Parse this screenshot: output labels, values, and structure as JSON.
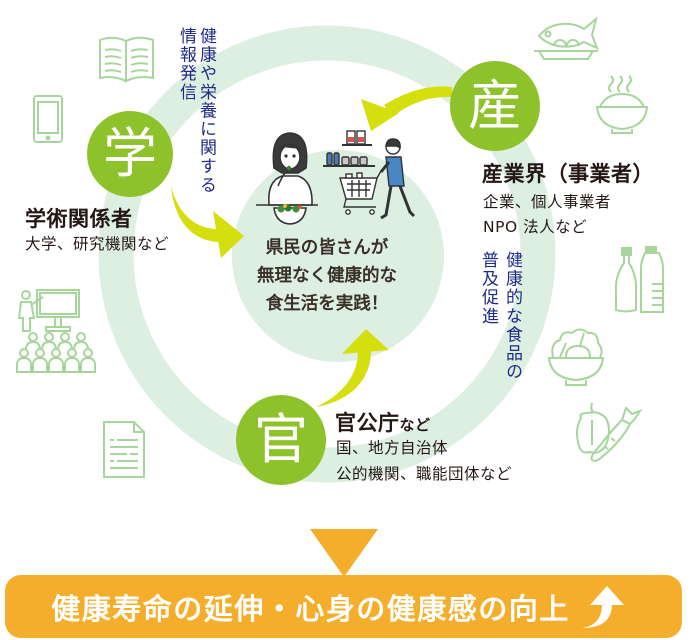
{
  "diagram": {
    "center": {
      "lines": [
        "県民の皆さんが",
        "無理なく健康的な",
        "食生活を実践！"
      ],
      "illustration": [
        "woman-eating-salad",
        "man-shopping-with-cart",
        "store-shelf"
      ]
    },
    "nodes": {
      "gaku": {
        "symbol": "学",
        "title": "学術関係者",
        "desc": [
          "大学、研究機関など"
        ]
      },
      "san": {
        "symbol": "産",
        "title": "産業界（事業者）",
        "desc": [
          "企業、個人事業者",
          "NPO 法人など"
        ]
      },
      "kan": {
        "symbol": "官",
        "title": "官公庁",
        "title_suffix": "など",
        "desc": [
          "国、地方自治体",
          "公的機関、職能団体など"
        ]
      }
    },
    "flows": {
      "gaku": {
        "columns": [
          "健康や栄養に関する",
          "情報発信"
        ]
      },
      "san": {
        "columns": [
          "健康的な食品の",
          "普及促進"
        ]
      }
    },
    "outcome": {
      "label": "健康寿命の延伸・心身の健康感の向上",
      "icon": "up-arrow-icon"
    }
  },
  "icons": {
    "left": [
      "open-book-icon",
      "tablet-icon",
      "lecture-class-icon",
      "document-icon"
    ],
    "right": [
      "fish-plate-icon",
      "rice-bowl-icon",
      "bottles-icon",
      "salad-bowl-icon",
      "pepper-carrot-icon"
    ]
  },
  "colors": {
    "node_green": "#8dc22a",
    "ring": "#dcefe0",
    "arrow_yellow_green": "#d4df0d",
    "flow_text_blue": "#1f2a8c",
    "icon_outline": "#a6d69b",
    "outcome_orange": "#f5ae2b"
  }
}
